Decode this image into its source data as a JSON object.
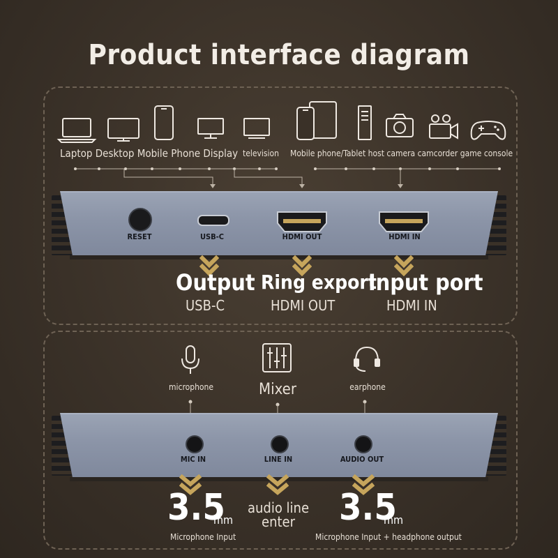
{
  "title": "Product interface diagram",
  "top_panel": {
    "devices_left": [
      {
        "icon": "laptop-icon"
      },
      {
        "icon": "desktop-monitor-icon"
      },
      {
        "icon": "mobile-phone-icon"
      },
      {
        "icon": "display-icon"
      },
      {
        "icon": "television-icon"
      }
    ],
    "devices_right": [
      {
        "icon": "phone-tablet-icon"
      },
      {
        "icon": "pc-host-icon"
      },
      {
        "icon": "camera-icon"
      },
      {
        "icon": "camcorder-icon"
      },
      {
        "icon": "gamepad-icon"
      }
    ],
    "label_left": "Laptop Desktop Mobile Phone Display",
    "label_tv": "television",
    "label_right": "Mobile phone/Tablet host camera camcorder game console",
    "ports": {
      "reset": "RESET",
      "usbc": "USB-C",
      "hdmi_out": "HDMI OUT",
      "hdmi_in": "HDMI IN"
    },
    "callouts": [
      {
        "title": "Output",
        "sub": "USB-C"
      },
      {
        "title": "Ring export",
        "sub": "HDMI OUT"
      },
      {
        "title": "Input port",
        "sub": "HDMI IN"
      }
    ]
  },
  "bottom_panel": {
    "icons": [
      {
        "icon": "microphone-icon",
        "label": "microphone"
      },
      {
        "icon": "mixer-icon",
        "label": "Mixer"
      },
      {
        "icon": "headset-icon",
        "label": "earphone"
      }
    ],
    "ports": {
      "mic_in": "MIC IN",
      "line_in": "LINE IN",
      "audio_out": "AUDIO OUT"
    },
    "callouts": {
      "left_number": "3.5",
      "left_unit": "mm",
      "left_caption": "Microphone Input",
      "mid_line1": "audio line",
      "mid_line2": "enter",
      "right_number": "3.5",
      "right_unit": "mm",
      "right_caption": "Microphone Input + headphone output"
    }
  },
  "colors": {
    "background": "#3a3128",
    "device_body": "#8c95a8",
    "chevron": "#c6a55c"
  }
}
